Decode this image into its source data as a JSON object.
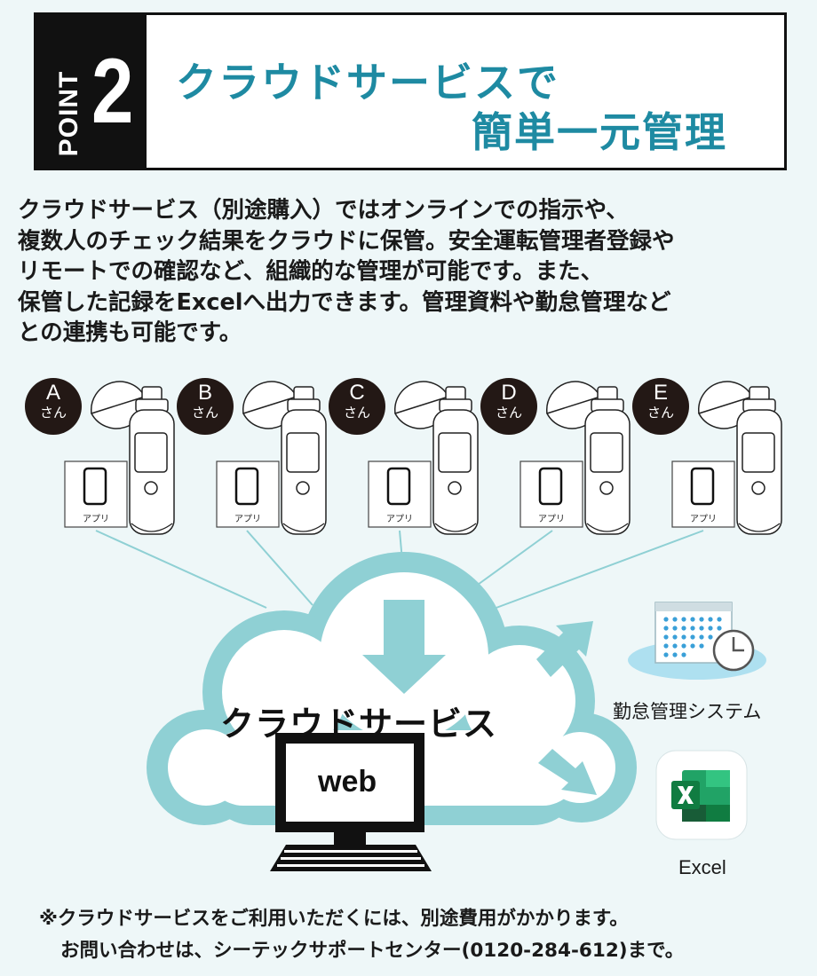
{
  "header": {
    "point_word": "POINT",
    "point_number": "2",
    "title_line1": "クラウドサービスで",
    "title_line2": "簡単一元管理"
  },
  "intro": {
    "lines": [
      "クラウドサービス（別途購入）ではオンラインでの指示や、",
      "複数人のチェック結果をクラウドに保管。安全運転管理者登録や",
      "リモートでの確認など、組織的な管理が可能です。また、",
      "保管した記録をExcelへ出力できます。管理資料や勤怠管理など",
      "との連携も可能です。"
    ]
  },
  "people": [
    {
      "letter": "A",
      "san": "さん",
      "app_label": "アプリ"
    },
    {
      "letter": "B",
      "san": "さん",
      "app_label": "アプリ"
    },
    {
      "letter": "C",
      "san": "さん",
      "app_label": "アプリ"
    },
    {
      "letter": "D",
      "san": "さん",
      "app_label": "アプリ"
    },
    {
      "letter": "E",
      "san": "さん",
      "app_label": "アプリ"
    }
  ],
  "cloud": {
    "label": "クラウドサービス",
    "web_label": "web"
  },
  "outputs": {
    "attendance_label": "勤怠管理システム",
    "excel_label": "Excel"
  },
  "notes": {
    "line1": "※クラウドサービスをご利用いただくには、別途費用がかかります。",
    "line2": "お問い合わせは、シーテックサポートセンター(0120-284-612)まで。"
  },
  "colors": {
    "accent": "#1e8aa2",
    "cloud_fill": "#8fd0d4",
    "background": "#eef7f8"
  }
}
